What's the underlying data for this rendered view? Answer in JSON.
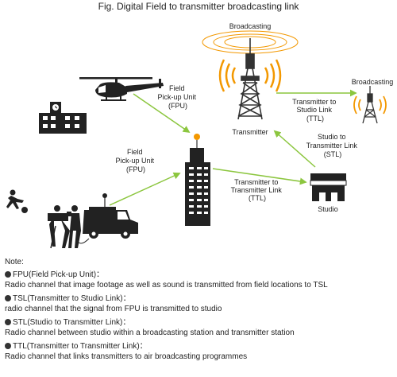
{
  "title": "Fig. Digital Field to transmitter broadcasting link",
  "labels": {
    "broadcasting_main": "Broadcasting",
    "broadcasting_right": "Broadcasting",
    "fpu_top": [
      "Field",
      "Pick-up Unit",
      "(FPU)"
    ],
    "fpu_left": [
      "Field",
      "Pick-up Unit",
      "(FPU)"
    ],
    "tsl": [
      "Transmitter to",
      "Studio Link",
      "(TTL)"
    ],
    "stl": [
      "Studio to",
      "Transmitter Link",
      "(STL)"
    ],
    "ttl_mid": [
      "Transmitter to",
      "Transmitter Link",
      "(TTL)"
    ],
    "transmitter": "Transmitter",
    "studio": "Studio"
  },
  "colors": {
    "arrow_green": "#8cc63f",
    "wave_orange": "#f39800",
    "tower_dark": "#333333",
    "antenna_orange": "#f39800"
  },
  "notes": {
    "heading": "Note:",
    "items": [
      {
        "term": "FPU(Field Pick-up Unit)：",
        "desc": "Radio channel that image footage as well as sound is transmitted from field locations to TSL"
      },
      {
        "term": "TSL(Transmitter to Studio Link)：",
        "desc": "radio channel that the signal from FPU is transmitted to studio"
      },
      {
        "term": "STL(Studio to Transmitter Link)：",
        "desc": "Radio channel between studio within a broadcasting station and transmitter station"
      },
      {
        "term": "TTL(Transmitter to Transmitter Link)：",
        "desc": "Radio channel that links transmitters to air broadcasting programmes"
      }
    ]
  }
}
